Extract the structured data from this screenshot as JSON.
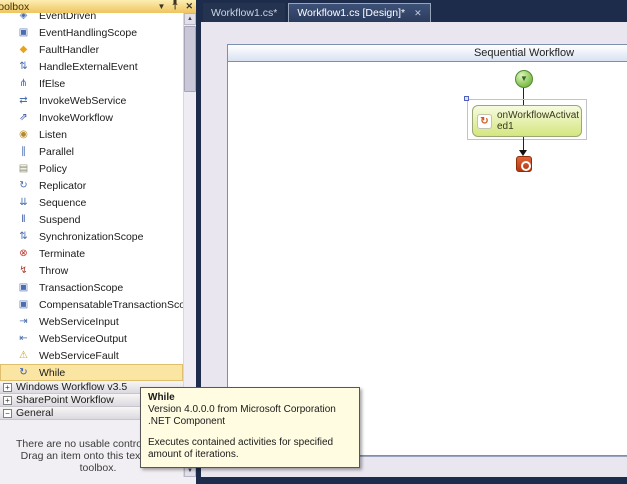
{
  "toolbox": {
    "title": "Toolbox",
    "items": [
      {
        "label": "EventDriven",
        "icon": "event-driven-icon",
        "glyph": "◈",
        "color": "#4a6cb0"
      },
      {
        "label": "EventHandlingScope",
        "icon": "event-handling-scope-icon",
        "glyph": "▣",
        "color": "#4a6cb0"
      },
      {
        "label": "FaultHandler",
        "icon": "fault-handler-icon",
        "glyph": "◆",
        "color": "#e9a21a"
      },
      {
        "label": "HandleExternalEvent",
        "icon": "handle-external-event-icon",
        "glyph": "⇅",
        "color": "#4a6cb0"
      },
      {
        "label": "IfElse",
        "icon": "if-else-icon",
        "glyph": "⋔",
        "color": "#4a6cb0"
      },
      {
        "label": "InvokeWebService",
        "icon": "invoke-web-service-icon",
        "glyph": "⇄",
        "color": "#4a6cb0"
      },
      {
        "label": "InvokeWorkflow",
        "icon": "invoke-workflow-icon",
        "glyph": "⇗",
        "color": "#2f4f9e"
      },
      {
        "label": "Listen",
        "icon": "listen-icon",
        "glyph": "◉",
        "color": "#b58a2a"
      },
      {
        "label": "Parallel",
        "icon": "parallel-icon",
        "glyph": "∥",
        "color": "#4a6cb0"
      },
      {
        "label": "Policy",
        "icon": "policy-icon",
        "glyph": "▤",
        "color": "#8a8a6a"
      },
      {
        "label": "Replicator",
        "icon": "replicator-icon",
        "glyph": "↻",
        "color": "#4a6cb0"
      },
      {
        "label": "Sequence",
        "icon": "sequence-icon",
        "glyph": "⇊",
        "color": "#4a6cb0"
      },
      {
        "label": "Suspend",
        "icon": "suspend-icon",
        "glyph": "‖",
        "color": "#2f4f9e"
      },
      {
        "label": "SynchronizationScope",
        "icon": "synchronization-scope-icon",
        "glyph": "⇅",
        "color": "#4a6cb0"
      },
      {
        "label": "Terminate",
        "icon": "terminate-icon",
        "glyph": "⊗",
        "color": "#c23228"
      },
      {
        "label": "Throw",
        "icon": "throw-icon",
        "glyph": "↯",
        "color": "#b04038"
      },
      {
        "label": "TransactionScope",
        "icon": "transaction-scope-icon",
        "glyph": "▣",
        "color": "#4a6cb0"
      },
      {
        "label": "CompensatableTransactionScope",
        "icon": "compensatable-transaction-scope-icon",
        "glyph": "▣",
        "color": "#4a6cb0"
      },
      {
        "label": "WebServiceInput",
        "icon": "web-service-input-icon",
        "glyph": "⇥",
        "color": "#4a6cb0"
      },
      {
        "label": "WebServiceOutput",
        "icon": "web-service-output-icon",
        "glyph": "⇤",
        "color": "#4a6cb0"
      },
      {
        "label": "WebServiceFault",
        "icon": "web-service-fault-icon",
        "glyph": "⚠",
        "color": "#c8a020"
      },
      {
        "label": "While",
        "icon": "while-icon",
        "glyph": "↻",
        "color": "#2f55b0",
        "highlighted": true
      }
    ],
    "sections": [
      {
        "label": "Windows Workflow v3.5",
        "symbol": "+"
      },
      {
        "label": "SharePoint Workflow",
        "symbol": "+"
      },
      {
        "label": "General",
        "symbol": "−"
      }
    ],
    "empty_text": {
      "line1": "There are no usable controls in this",
      "line2": "Drag an item onto this text to add",
      "line3": "toolbox."
    }
  },
  "tabs": [
    {
      "label": "Workflow1.cs*"
    },
    {
      "label": "Workflow1.cs [Design]*"
    }
  ],
  "designer": {
    "title": "Sequential Workflow",
    "activity": {
      "line1": "onWorkflowActivat",
      "line2": "ed1"
    }
  },
  "tooltip": {
    "title": "While",
    "line1": "Version 4.0.0.0 from Microsoft Corporation",
    "line2": ".NET Component",
    "body": "Executes contained activities for specified amount of iterations."
  },
  "icons": {
    "close": "✕",
    "chevron_down": "▼",
    "scroll_up": "▲",
    "scroll_down": "▼",
    "start_arrow": "▼",
    "activity_glyph": "↻"
  },
  "colors": {
    "titlebar_gold": "#eec45e",
    "highlight_orange": "#fbe5a2",
    "ide_navy": "#1d2c4a",
    "designer_lavender": "#e9e6ef",
    "activity_green": "#d4e67f",
    "start_green": "#8cc65a",
    "stop_red": "#b53710",
    "tooltip_cream": "#fffce1"
  }
}
